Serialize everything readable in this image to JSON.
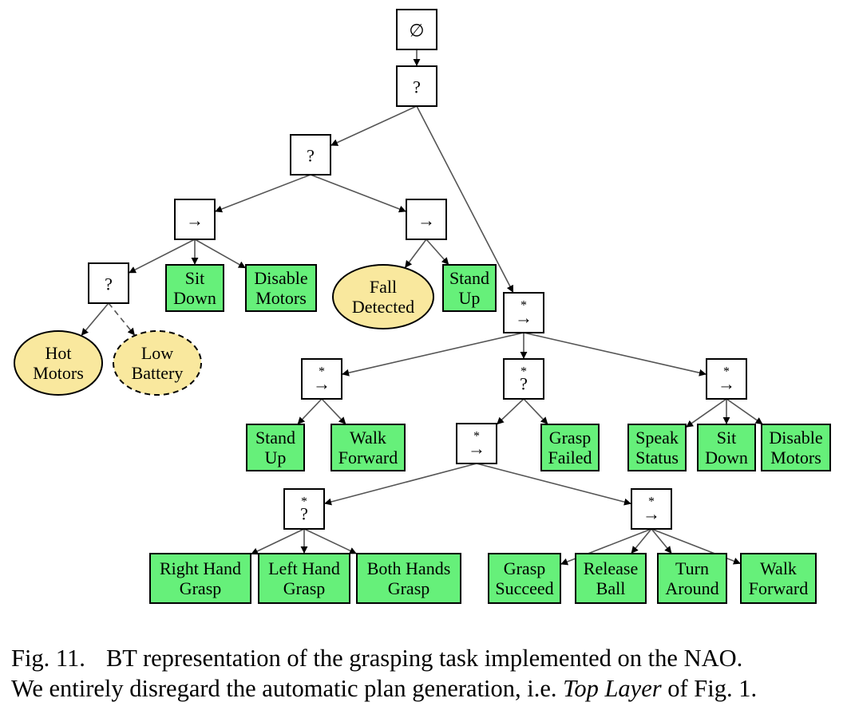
{
  "diagram": {
    "colors": {
      "action_fill": "#66f07a",
      "condition_fill": "#f9e89e",
      "stroke": "#000000",
      "edge": "#555555"
    },
    "control_symbols": {
      "root": "∅",
      "fallback": "?",
      "sequence": "→",
      "star_sequence": "→",
      "star_fallback": "?",
      "star": "*"
    },
    "nodes": [
      {
        "id": "root",
        "kind": "root"
      },
      {
        "id": "fb1",
        "kind": "fallback"
      },
      {
        "id": "fb2",
        "kind": "fallback"
      },
      {
        "id": "seq1",
        "kind": "sequence"
      },
      {
        "id": "seq2",
        "kind": "sequence"
      },
      {
        "id": "fb3",
        "kind": "fallback"
      },
      {
        "id": "a_sit1",
        "kind": "action",
        "lines": [
          "Sit",
          "Down"
        ]
      },
      {
        "id": "a_dis1",
        "kind": "action",
        "lines": [
          "Disable",
          "Motors"
        ]
      },
      {
        "id": "c_fall",
        "kind": "condition",
        "lines": [
          "Fall",
          "Detected"
        ]
      },
      {
        "id": "a_stand1",
        "kind": "action",
        "lines": [
          "Stand",
          "Up"
        ]
      },
      {
        "id": "c_hot",
        "kind": "condition",
        "lines": [
          "Hot",
          "Motors"
        ]
      },
      {
        "id": "c_low",
        "kind": "condition",
        "dashed": true,
        "lines": [
          "Low",
          "Battery"
        ]
      },
      {
        "id": "sseq1",
        "kind": "star_sequence"
      },
      {
        "id": "sseq2",
        "kind": "star_sequence"
      },
      {
        "id": "sfb1",
        "kind": "star_fallback"
      },
      {
        "id": "sseq3",
        "kind": "star_sequence"
      },
      {
        "id": "a_stand2",
        "kind": "action",
        "lines": [
          "Stand",
          "Up"
        ]
      },
      {
        "id": "a_walk1",
        "kind": "action",
        "lines": [
          "Walk",
          "Forward"
        ]
      },
      {
        "id": "sseq4",
        "kind": "star_sequence"
      },
      {
        "id": "a_gfail",
        "kind": "action",
        "lines": [
          "Grasp",
          "Failed"
        ]
      },
      {
        "id": "a_speak",
        "kind": "action",
        "lines": [
          "Speak",
          "Status"
        ]
      },
      {
        "id": "a_sit2",
        "kind": "action",
        "lines": [
          "Sit",
          "Down"
        ]
      },
      {
        "id": "a_dis2",
        "kind": "action",
        "lines": [
          "Disable",
          "Motors"
        ]
      },
      {
        "id": "sfb2",
        "kind": "star_fallback"
      },
      {
        "id": "sseq5",
        "kind": "star_sequence"
      },
      {
        "id": "a_rh",
        "kind": "action",
        "lines": [
          "Right Hand",
          "Grasp"
        ]
      },
      {
        "id": "a_lh",
        "kind": "action",
        "lines": [
          "Left Hand",
          "Grasp"
        ]
      },
      {
        "id": "a_bh",
        "kind": "action",
        "lines": [
          "Both Hands",
          "Grasp"
        ]
      },
      {
        "id": "a_gsucc",
        "kind": "action",
        "lines": [
          "Grasp",
          "Succeed"
        ]
      },
      {
        "id": "a_rel",
        "kind": "action",
        "lines": [
          "Release",
          "Ball"
        ]
      },
      {
        "id": "a_turn",
        "kind": "action",
        "lines": [
          "Turn",
          "Around"
        ]
      },
      {
        "id": "a_walk2",
        "kind": "action",
        "lines": [
          "Walk",
          "Forward"
        ]
      }
    ],
    "edges": [
      {
        "from": "root",
        "to": "fb1"
      },
      {
        "from": "fb1",
        "to": "fb2"
      },
      {
        "from": "fb1",
        "to": "sseq1"
      },
      {
        "from": "fb2",
        "to": "seq1"
      },
      {
        "from": "fb2",
        "to": "seq2"
      },
      {
        "from": "seq1",
        "to": "fb3"
      },
      {
        "from": "seq1",
        "to": "a_sit1"
      },
      {
        "from": "seq1",
        "to": "a_dis1"
      },
      {
        "from": "fb3",
        "to": "c_hot"
      },
      {
        "from": "fb3",
        "to": "c_low",
        "dashed": true
      },
      {
        "from": "seq2",
        "to": "c_fall"
      },
      {
        "from": "seq2",
        "to": "a_stand1"
      },
      {
        "from": "sseq1",
        "to": "sseq2"
      },
      {
        "from": "sseq1",
        "to": "sfb1"
      },
      {
        "from": "sseq1",
        "to": "sseq3"
      },
      {
        "from": "sseq2",
        "to": "a_stand2"
      },
      {
        "from": "sseq2",
        "to": "a_walk1"
      },
      {
        "from": "sfb1",
        "to": "sseq4"
      },
      {
        "from": "sfb1",
        "to": "a_gfail"
      },
      {
        "from": "sseq3",
        "to": "a_speak"
      },
      {
        "from": "sseq3",
        "to": "a_sit2"
      },
      {
        "from": "sseq3",
        "to": "a_dis2"
      },
      {
        "from": "sseq4",
        "to": "sfb2"
      },
      {
        "from": "sseq4",
        "to": "sseq5"
      },
      {
        "from": "sfb2",
        "to": "a_rh"
      },
      {
        "from": "sfb2",
        "to": "a_lh"
      },
      {
        "from": "sfb2",
        "to": "a_bh"
      },
      {
        "from": "sseq5",
        "to": "a_gsucc"
      },
      {
        "from": "sseq5",
        "to": "a_rel"
      },
      {
        "from": "sseq5",
        "to": "a_turn"
      },
      {
        "from": "sseq5",
        "to": "a_walk2"
      }
    ]
  },
  "caption": {
    "label": "Fig. 11.",
    "line1": "BT representation of the grasping task implemented on the NAO.",
    "line2_before": "We entirely disregard the automatic plan generation, i.e. ",
    "line2_italic": "Top Layer",
    "line2_after": " of Fig. 1."
  }
}
